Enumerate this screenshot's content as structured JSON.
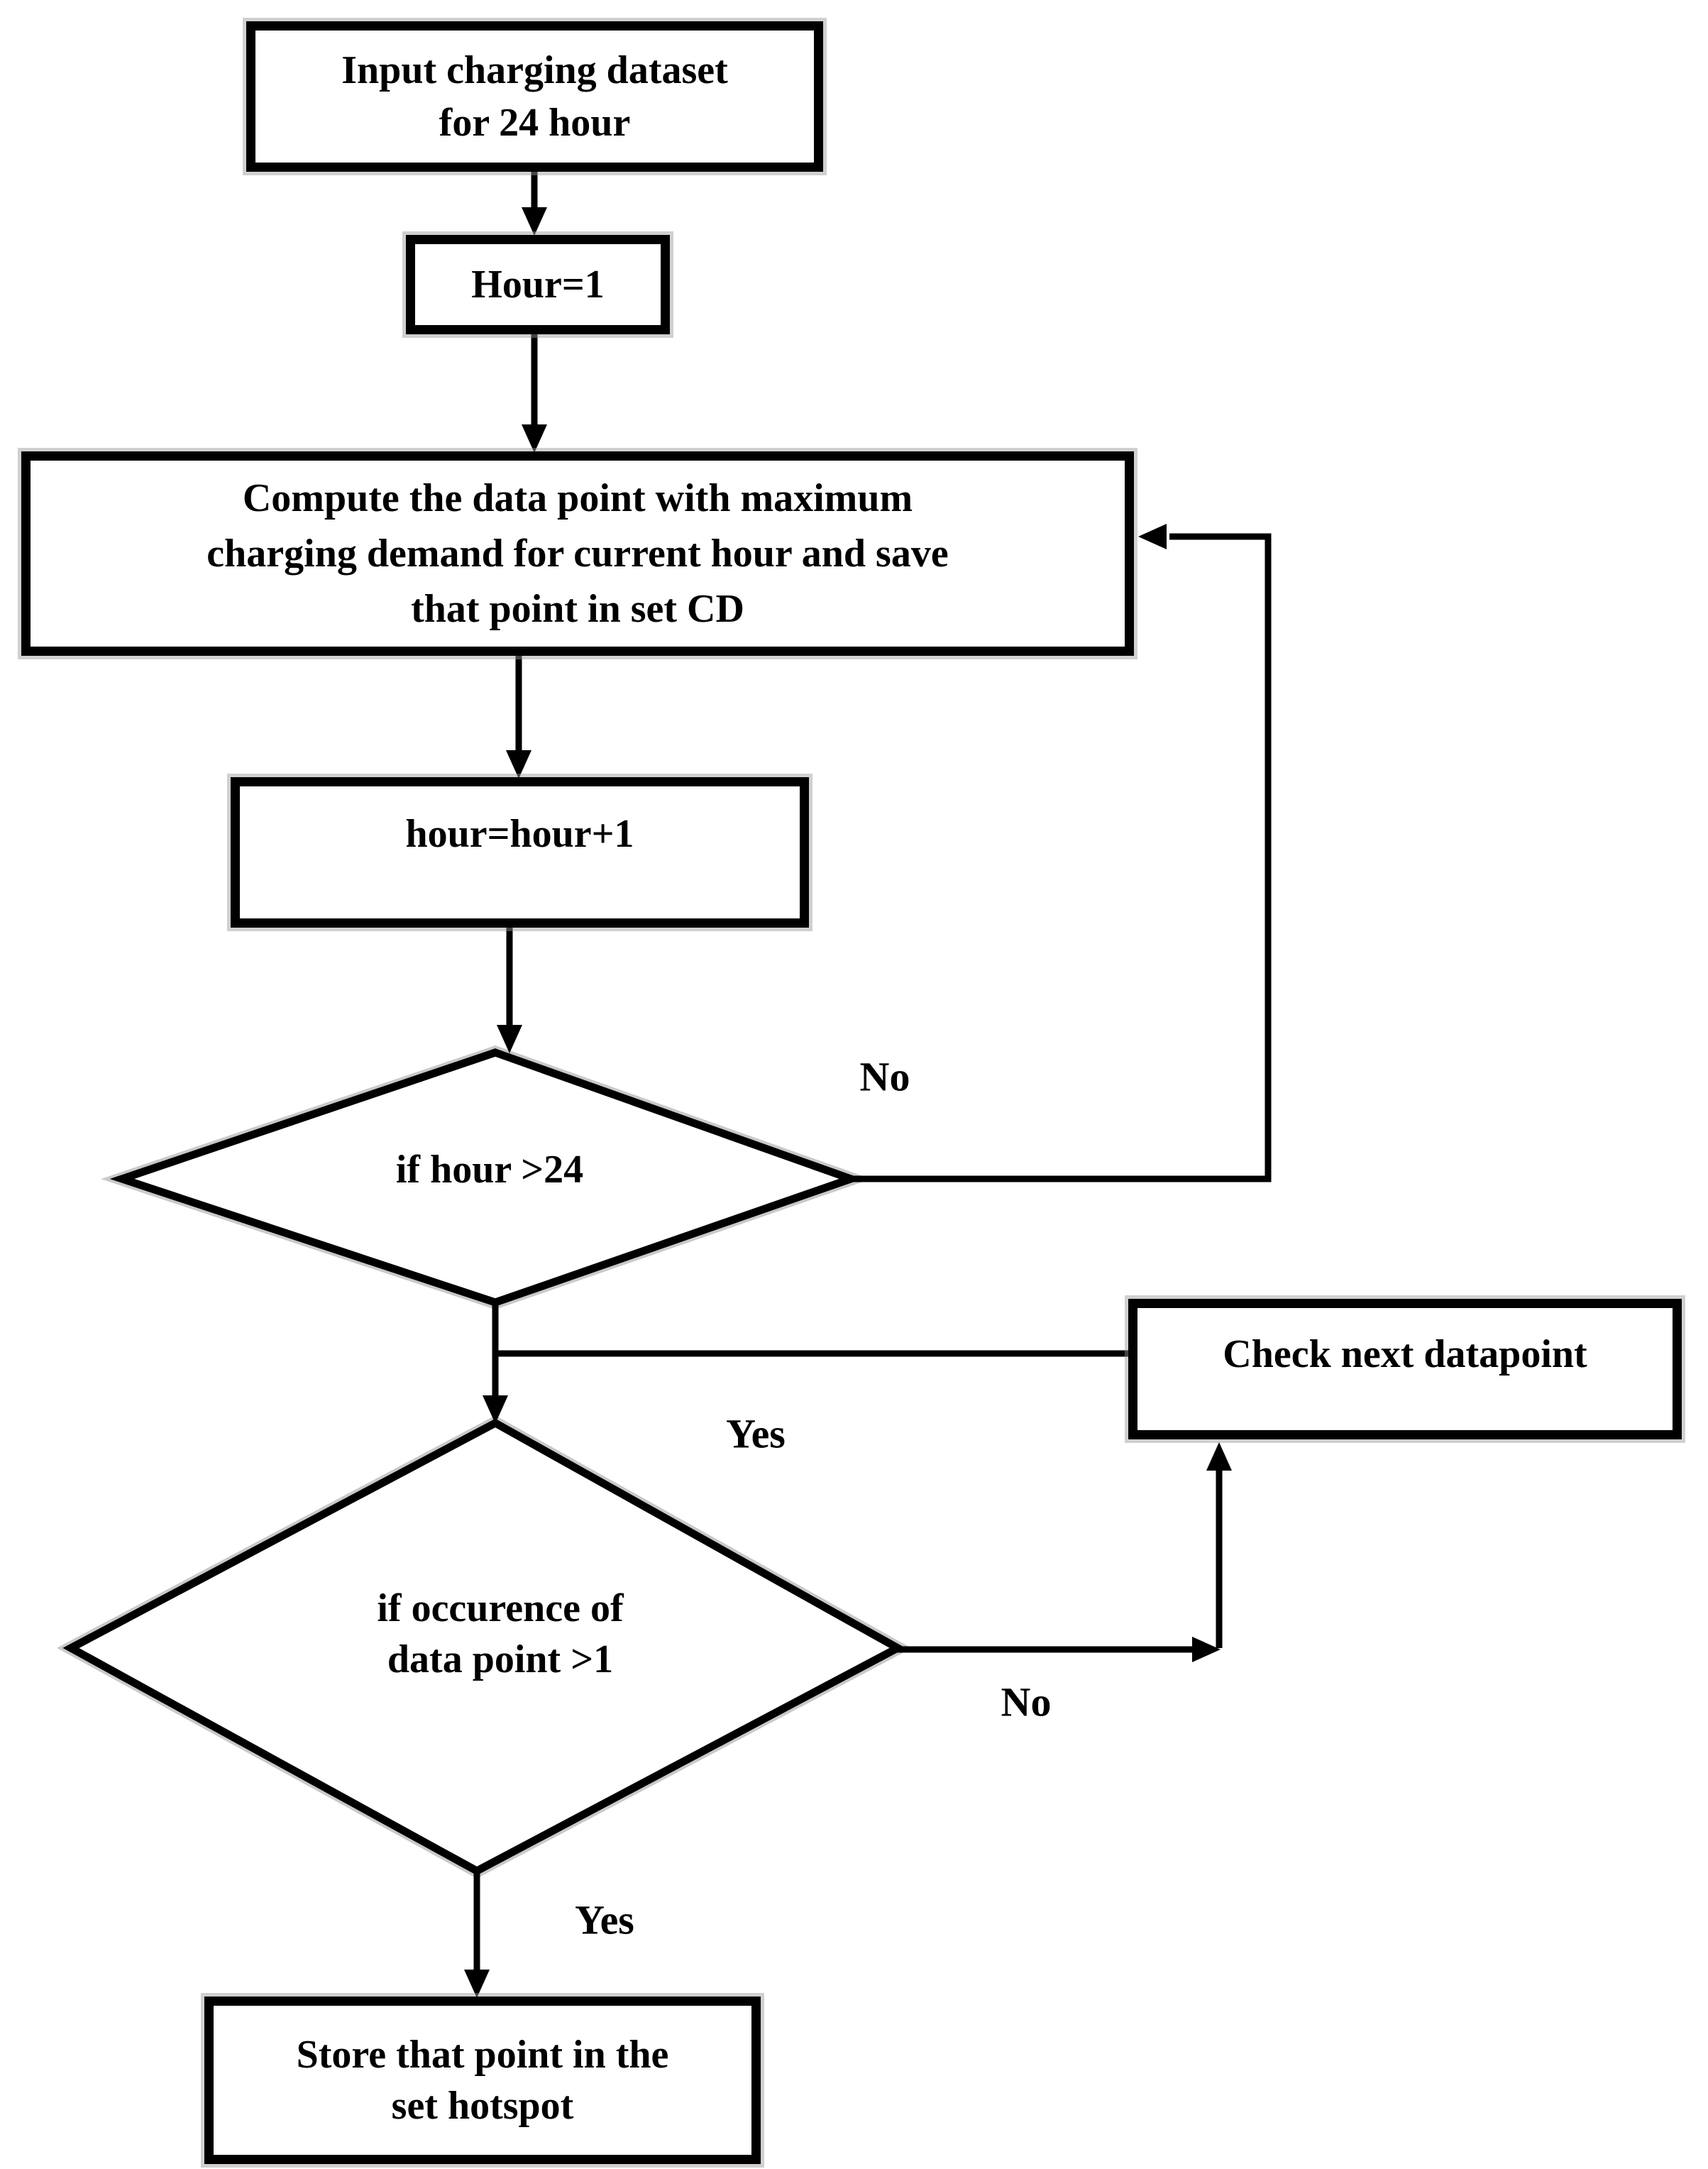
{
  "colors": {
    "background": "#ffffff",
    "ink": "#000000",
    "scan_halo": "#c9c9c9"
  },
  "nodes": {
    "input": {
      "line1": "Input charging dataset",
      "line2": "for 24 hour"
    },
    "hour_init": {
      "label": "Hour=1"
    },
    "compute": {
      "line1": "Compute the data point with maximum",
      "line2": "charging demand for current hour and save",
      "line3": "that point in set CD"
    },
    "increment": {
      "label": "hour=hour+1"
    },
    "decision_hour": {
      "label": "if hour >24"
    },
    "check_next": {
      "label": "Check next datapoint"
    },
    "decision_occurrence": {
      "line1": "if occurence of",
      "line2": "data point >1"
    },
    "store": {
      "line1": "Store that point in the",
      "line2": "set hotspot"
    }
  },
  "edge_labels": {
    "hour_no": "No",
    "hour_yes": "Yes",
    "occurrence_no": "No",
    "occurrence_yes": "Yes"
  }
}
